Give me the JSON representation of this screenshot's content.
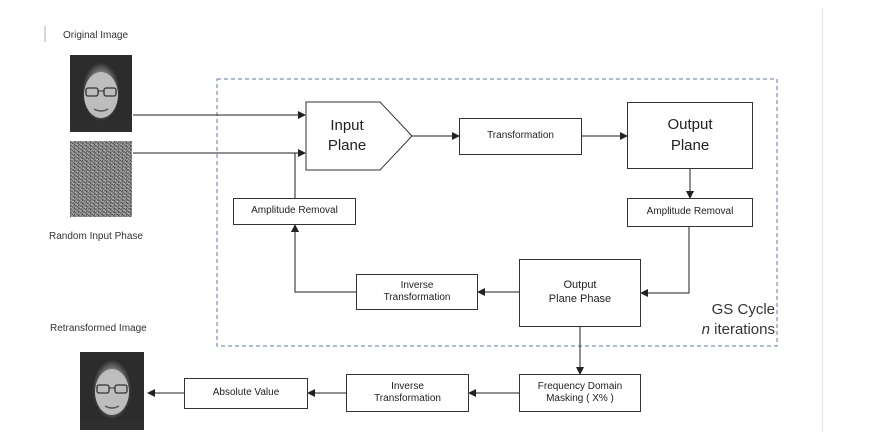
{
  "labels": {
    "original_image": "Original Image",
    "random_input_phase": "Random Input Phase",
    "retransformed_image": "Retransformed Image"
  },
  "boxes": {
    "input_plane": "Input\nPlane",
    "transformation": "Transformation",
    "output_plane": "Output\nPlane",
    "amplitude_removal_left": "Amplitude Removal",
    "amplitude_removal_right": "Amplitude Removal",
    "output_plane_phase": "Output\nPlane Phase",
    "inverse_transformation_cycle": "Inverse\nTransformation",
    "frequency_domain_masking": "Frequency Domain\nMasking ( X% )",
    "inverse_transformation_bottom": "Inverse\nTransformation",
    "absolute_value": "Absolute Value"
  },
  "gs_cycle": {
    "title": "GS Cycle",
    "n": "n",
    "iterations": " iterations"
  },
  "colors": {
    "dashed_border": "#5b7bb0",
    "arrow": "#222222",
    "box_border": "#333333"
  }
}
